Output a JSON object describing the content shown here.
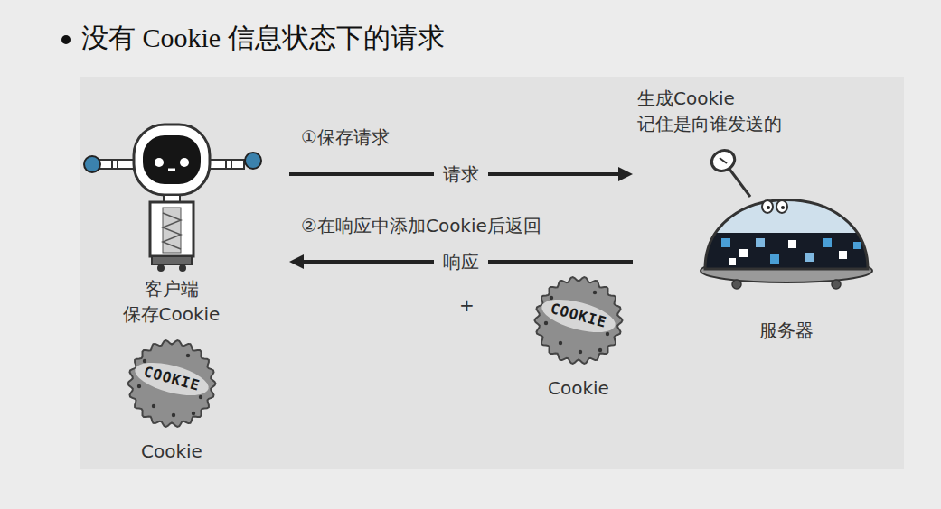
{
  "diagram": {
    "title": "没有 Cookie 信息状态下的请求",
    "nodes": [
      {
        "text": [
          "客户端 保存Cookie"
        ]
      },
      {
        "text": [
          "生成Cookie 记住是向谁发送的",
          "服务器"
        ]
      },
      {
        "text": [
          "COOKIE",
          "Cookie"
        ]
      },
      {
        "text": [
          "COOKIE",
          "Cookie"
        ]
      }
    ],
    "edges": [
      {
        "from": 0,
        "to": 1,
        "label": "请求",
        "arrow": "to"
      },
      {
        "from": 1,
        "to": 0,
        "label": "响应",
        "arrow": "to"
      }
    ],
    "labels": [
      "①保存请求",
      "②在响应中添加Cookie后返回",
      "+"
    ]
  }
}
